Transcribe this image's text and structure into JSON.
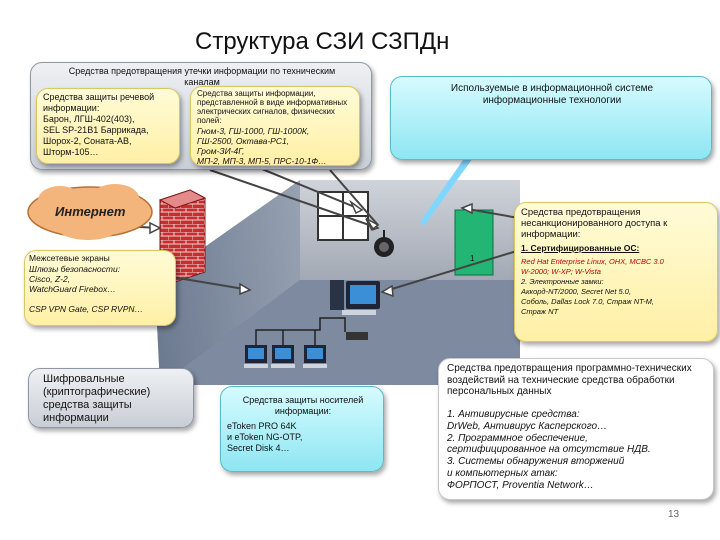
{
  "title": "Структура СЗИ СЗПДн",
  "page_number": "13",
  "leak_box": {
    "header": "Средства предотвращения утечки информации по техническим каналам",
    "speech": {
      "heading": "Средства защиты речевой информации:",
      "lines": [
        "Барон, ЛГШ-402(403),",
        "SEL SP-21B1 Баррикада,",
        "Шорох-2, Соната-АВ,",
        "Шторм-105…"
      ]
    },
    "electromag": {
      "heading": "Средства защиты информации, представленной в виде информативных электрических сигналов, физических полей:",
      "lines": [
        "Гном-3, ГШ-1000, ГШ-1000К,",
        "ГШ-2500, Октава-РС1,",
        "Гром-ЗИ-4Г,",
        "МП-2, МП-3, МП-5, ПРС-10-1Ф…"
      ]
    }
  },
  "it_box": {
    "text": "Используемые в информационной системе информационные технологии"
  },
  "internet_label": "Интернет",
  "firewall_box": {
    "heading": "Межсетевые экраны",
    "lines": [
      "Шлюзы безопасности:",
      "Cisco, Z-2,",
      "WatchGuard Firebox…",
      "",
      "CSP VPN Gate, CSP RVPN…"
    ]
  },
  "nsd_box": {
    "heading": "Средства предотвращения несанкционированного доступа к информации:",
    "subheading": "1. Сертифицированные ОС:",
    "lines": [
      "Red Hat Enterprise Linux, ОНХ, МСВС 3.0",
      "W-2000; W-XP; W-Vista",
      "2. Электронные замки:",
      "Аккорд-NT/2000, Secret Net 5.0,",
      "Соболь, Dallas Lock 7.0, Страж NT-M,",
      "Страж NT"
    ]
  },
  "crypto_box": {
    "text": "Шифровальные (криптографические) средства защиты информации"
  },
  "media_box": {
    "heading": "Средства защиты носителей информации:",
    "lines": [
      "eToken PRO 64K",
      "и eToken NG-OTP,",
      "Secret Disk 4…"
    ]
  },
  "antivirus_box": {
    "heading": "Средства предотвращения программно-технических воздействий на технические средства обработки персональных данных",
    "lines": [
      "1.    Антивирусные средства:",
      "DrWeb, Антивирус Касперского…",
      "2. Программное обеспечение,",
      "сертифицированное на отсутствие НДВ.",
      "3. Системы обнаружения вторжений",
      "и компьютерных атак:",
      "ФОРПОСТ, Proventia Network…"
    ]
  },
  "door_label": "1",
  "colors": {
    "gray_box": "#d4d8de",
    "cyan_box": "#a6eef7",
    "yellow_box": "#fff3b5",
    "room_floor": "#6f7f95",
    "wall": "#b8bec8",
    "door": "#22b573",
    "laser": "#7fd6ff",
    "brick": "#c62f2f"
  }
}
